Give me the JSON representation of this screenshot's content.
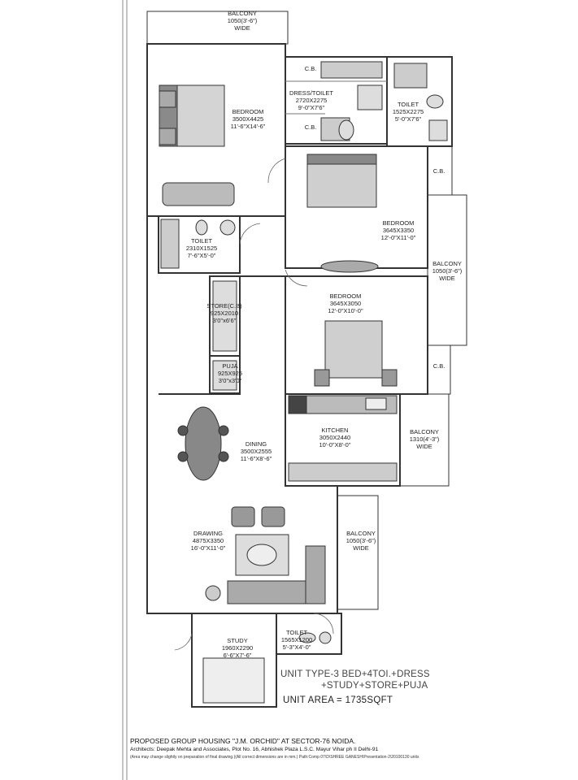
{
  "rooms": {
    "balcony_top": {
      "name": "BALCONY",
      "size": "1050(3'-6\")",
      "imperial": "WIDE"
    },
    "bedroom_1": {
      "name": "BEDROOM",
      "size": "3500X4425",
      "imperial": "11'-6\"X14'-6\""
    },
    "dress_toilet": {
      "name": "DRESS/TOILET",
      "size": "2720X2275",
      "imperial": "9'-0\"X7'6\""
    },
    "toilet_top": {
      "name": "TOILET",
      "size": "1525X2275",
      "imperial": "5'-0\"X7'6\""
    },
    "bedroom_2": {
      "name": "BEDROOM",
      "size": "3645X3350",
      "imperial": "12'-0\"X11'-0\""
    },
    "toilet_left": {
      "name": "TOILET",
      "size": "2310X1525",
      "imperial": "7'-6\"X5'-0\""
    },
    "balcony_right": {
      "name": "BALCONY",
      "size": "1050(3'-6\")",
      "imperial": "WIDE"
    },
    "store": {
      "name": "STORE(C.B)",
      "size": "925X2010",
      "imperial": "3'0\"x6'6\""
    },
    "bedroom_3": {
      "name": "BEDROOM",
      "size": "3645X3050",
      "imperial": "12'-0\"X10'-0\""
    },
    "puja": {
      "name": "PUJA",
      "size": "925X925",
      "imperial": "3'0\"x3'0\""
    },
    "dining": {
      "name": "DINING",
      "size": "3500X2555",
      "imperial": "11'-6\"X8'-6\""
    },
    "kitchen": {
      "name": "KITCHEN",
      "size": "3050X2440",
      "imperial": "10'-0\"X8'-0\""
    },
    "balcony_kitchen": {
      "name": "BALCONY",
      "size": "1310(4'-3\")",
      "imperial": "WIDE"
    },
    "drawing": {
      "name": "DRAWING",
      "size": "4875X3350",
      "imperial": "16'-0\"X11'-0\""
    },
    "balcony_drawing": {
      "name": "BALCONY",
      "size": "1050(3'-6\")",
      "imperial": "WIDE"
    },
    "study": {
      "name": "STUDY",
      "size": "1960X2290",
      "imperial": "6'-6\"X7'-6\""
    },
    "toilet_bottom": {
      "name": "TOILET",
      "size": "1565X1200",
      "imperial": "5'-3\"X4'-0\""
    }
  },
  "cb_label": "C.B.",
  "unit": {
    "type_line1": "UNIT TYPE-3 BED+4TOI.+DRESS",
    "type_line2": "+STUDY+STORE+PUJA",
    "area": "UNIT AREA  =  1735SQFT"
  },
  "footer": {
    "project": "PROPOSED GROUP HOUSING \"J.M. ORCHID\" AT SECTOR-76 NOIDA.",
    "architects": "Architects: Deepak Mehta and Associates, Plot No. 16, Abhishek Plaza L.S.C. Mayur Vihar ph II Delhi-91",
    "note": "(Area may change slightly on preparation of final drawing.)(All correct dimensions are in mm.) Path:Comp 07\\D\\SHREE GANESH\\Presentation-2\\20100130 units"
  }
}
